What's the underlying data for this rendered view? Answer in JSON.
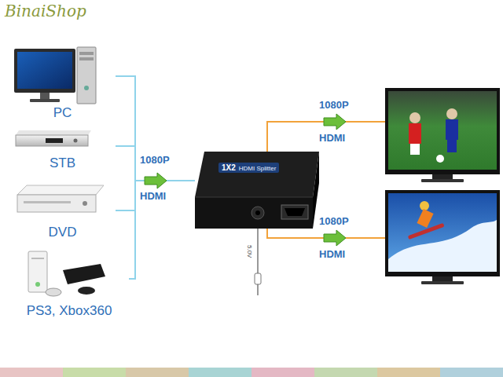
{
  "diagram": {
    "nodes": [
      {
        "text": [
          "PC"
        ]
      },
      {
        "text": [
          "STB"
        ]
      },
      {
        "text": [
          "DVD"
        ]
      },
      {
        "text": [
          "PS3, Xbox360"
        ]
      },
      {
        "text": [
          "1X2",
          "HDMI Splitter"
        ]
      }
    ],
    "edges": [
      {
        "from": 0,
        "to": 4,
        "arrow": "none"
      },
      {
        "from": 1,
        "to": 4,
        "arrow": "none"
      },
      {
        "from": 2,
        "to": 4,
        "arrow": "none"
      },
      {
        "from": 3,
        "to": 4,
        "arrow": "none"
      }
    ],
    "labels": [
      "BinaiShop",
      "1080P",
      "HDMI",
      "1080P",
      "HDMI",
      "1080P",
      "HDMI",
      "5.0V"
    ]
  }
}
